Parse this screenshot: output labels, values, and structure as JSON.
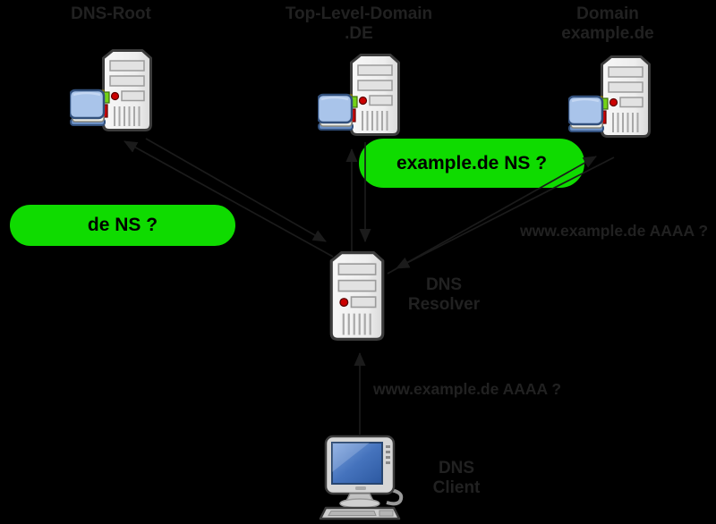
{
  "colors": {
    "background": "#000000",
    "bubble_green": "#0fdb00",
    "label_gray": "#212121",
    "arrow_color": "#1b1b1b"
  },
  "nodes": {
    "root": {
      "line1": "DNS-Root"
    },
    "tld": {
      "line1": "Top-Level-Domain",
      "line2": ".DE"
    },
    "domain": {
      "line1": "Domain",
      "line2": "example.de"
    },
    "resolver": {
      "line1": "DNS",
      "line2": "Resolver"
    },
    "client": {
      "line1": "DNS",
      "line2": "Client"
    }
  },
  "bubbles": {
    "de_ns": "de NS ?",
    "example_ns": "example.de NS ?"
  },
  "arrow_labels": {
    "aaaa_to_domain": "www.example.de AAAA ?",
    "aaaa_from_client": "www.example.de AAAA ?"
  }
}
